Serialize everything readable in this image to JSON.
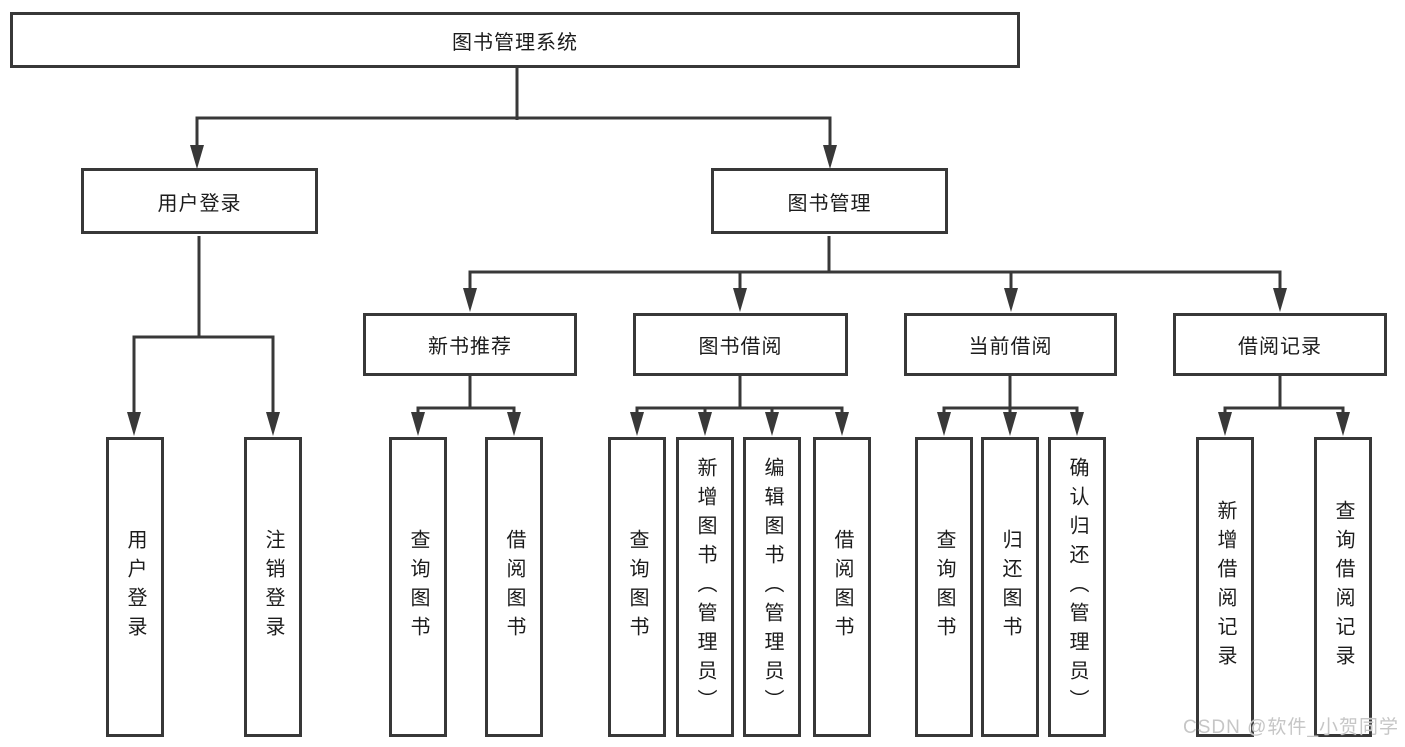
{
  "diagram": {
    "type": "hierarchy-tree",
    "nodes": {
      "root": {
        "label": "图书管理系统"
      },
      "user_login": {
        "label": "用户登录",
        "children": [
          {
            "label": "用户登录"
          },
          {
            "label": "注销登录"
          }
        ]
      },
      "book_management": {
        "label": "图书管理"
      },
      "new_book_recommend": {
        "label": "新书推荐",
        "children": [
          {
            "label": "查询图书"
          },
          {
            "label": "借阅图书"
          }
        ]
      },
      "book_borrow": {
        "label": "图书借阅",
        "children": [
          {
            "label": "查询图书"
          },
          {
            "label": "新增图书（管理员）"
          },
          {
            "label": "编辑图书（管理员）"
          },
          {
            "label": "借阅图书"
          }
        ]
      },
      "current_borrow": {
        "label": "当前借阅",
        "children": [
          {
            "label": "查询图书"
          },
          {
            "label": "归还图书"
          },
          {
            "label": "确认归还（管理员）"
          }
        ]
      },
      "borrow_records": {
        "label": "借阅记录",
        "children": [
          {
            "label": "新增借阅记录"
          },
          {
            "label": "查询借阅记录"
          }
        ]
      }
    },
    "colors": {
      "line": "#383838",
      "text": "#1c1c1c",
      "background": "#ffffff",
      "watermark": "#c6c6c6"
    }
  },
  "watermark": {
    "text": "CSDN @软件_小贺同学"
  }
}
